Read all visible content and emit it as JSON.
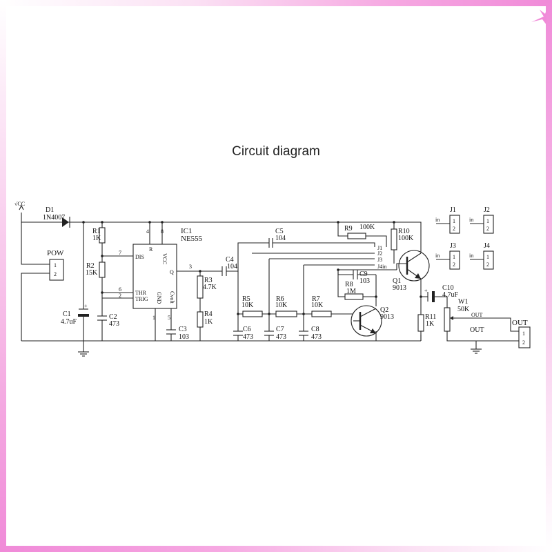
{
  "title": "Circuit diagram",
  "colors": {
    "frame_pink": "#f08ad8",
    "wire": "#222222",
    "background": "#ffffff"
  },
  "labels": {
    "vcc": "√CC",
    "d1": "D1",
    "d1_val": "1N4007",
    "pow": "POW",
    "r1": "R1",
    "r1_val": "1K",
    "r2": "R2",
    "r2_val": "15K",
    "ic1": "IC1",
    "ic1_val": "NE555",
    "c1": "C1",
    "c1_val": "4.7uF",
    "c2": "C2",
    "c2_val": "473",
    "c3": "C3",
    "c3_val": "103",
    "c4": "C4",
    "c4_val": "104",
    "c5": "C5",
    "c5_val": "104",
    "r3": "R3",
    "r3_val": "4.7K",
    "r4": "R4",
    "r4_val": "1K",
    "r5": "R5",
    "r5_val": "10K",
    "r6": "R6",
    "r6_val": "10K",
    "r7": "R7",
    "r7_val": "10K",
    "c6": "C6",
    "c6_val": "473",
    "c7": "C7",
    "c7_val": "473",
    "c8": "C8",
    "c8_val": "473",
    "r8": "R8",
    "r8_val": "1M",
    "c9": "C9",
    "c9_val": "103",
    "r9": "R9",
    "r9_val": "100K",
    "r10": "R10",
    "r10_val": "100K",
    "q1": "Q1",
    "q1_val": "9013",
    "q2": "Q2",
    "q2_val": "9013",
    "r11": "R11",
    "r11_val": "1K",
    "c10": "C10",
    "c10_val": "4.7uF",
    "w1": "W1",
    "w1_val": "50K",
    "out": "OUT",
    "out_small": "OUT",
    "j1": "J1",
    "j2": "J2",
    "j3": "J3",
    "j4": "J4",
    "j1_tap": "J1",
    "j2_tap": "J2",
    "j3_tap": "J3",
    "j4_tap": "J4in",
    "jumper_in": "in",
    "pin1": "1",
    "pin2": "2",
    "ic_dis": "DIS",
    "ic_r": "R",
    "ic_vcc": "VCC",
    "ic_q": "Q",
    "ic_thr": "THR",
    "ic_trig": "TRIG",
    "ic_gnd": "GND",
    "ic_cvolt": "Cvolt",
    "pin_7": "7",
    "pin_6": "6",
    "pin_2": "2",
    "pin_4": "4",
    "pin_8": "8",
    "pin_3": "3",
    "pin_5": "5",
    "pin_1": "1"
  }
}
